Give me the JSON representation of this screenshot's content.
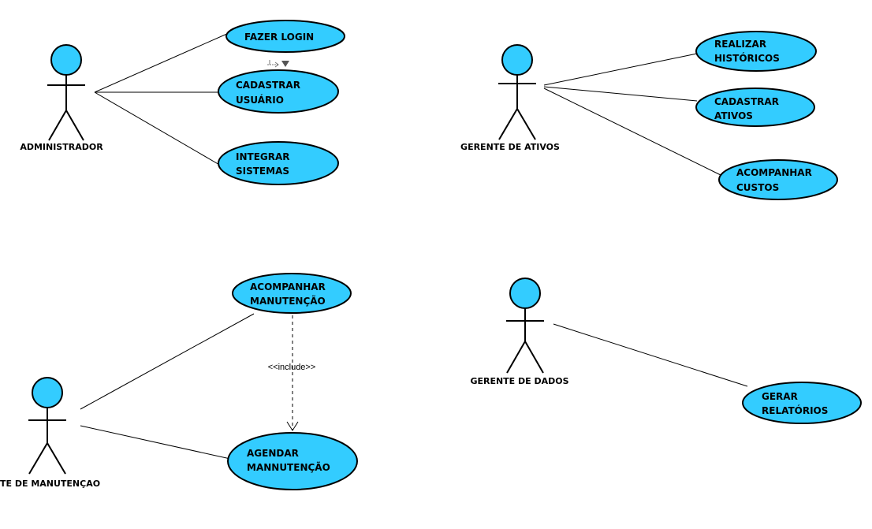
{
  "diagram": {
    "actors": {
      "administrador": "ADMINISTRADOR",
      "gerente_ativos": "GERENTE DE ATIVOS",
      "gerente_manutencao": "TE DE MANUTENÇAO",
      "gerente_dados": "GERENTE DE DADOS"
    },
    "use_cases": {
      "fazer_login": [
        "FAZER LOGIN"
      ],
      "cadastrar_usuario": [
        "CADASTRAR",
        "USUÁRIO"
      ],
      "integrar_sistemas": [
        "INTEGRAR",
        "SISTEMAS"
      ],
      "realizar_historicos": [
        "REALIZAR",
        "HISTÓRICOS"
      ],
      "cadastrar_ativos": [
        "CADASTRAR",
        "ATIVOS"
      ],
      "acompanhar_custos": [
        "ACOMPANHAR",
        "CUSTOS"
      ],
      "acompanhar_manutencao": [
        "ACOMPANHAR",
        "MANUTENÇÃO"
      ],
      "agendar_manutencao": [
        "AGENDAR",
        "MANNUTENÇÃO"
      ],
      "gerar_relatorios": [
        "GERAR",
        "RELATÓRIOS"
      ]
    },
    "stereotypes": {
      "include": "<<include>>"
    },
    "colors": {
      "use_case_fill": "#33ccff",
      "actor_head_fill": "#33ccff",
      "stroke": "#000000"
    }
  }
}
